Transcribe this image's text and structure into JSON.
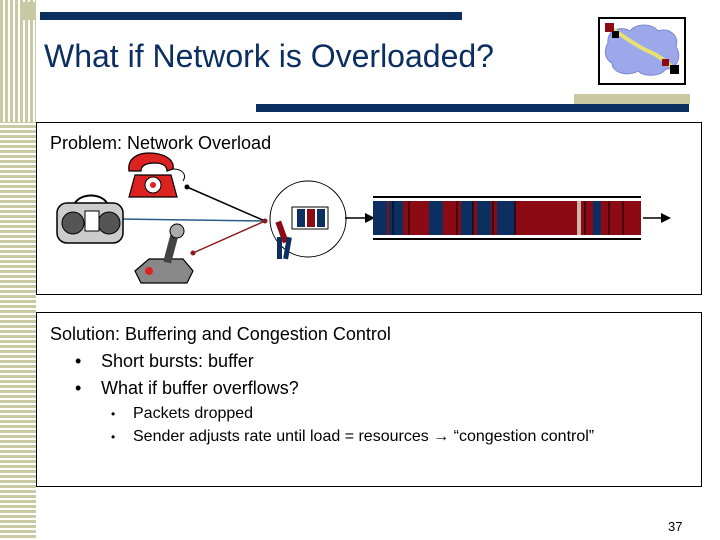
{
  "slide": {
    "title": "What if Network is Overloaded?",
    "page_number": "37"
  },
  "problem_box": {
    "heading": "Problem: Network Overload"
  },
  "solution_box": {
    "heading": "Solution: Buffering and Congestion Control",
    "bullets": [
      "Short bursts: buffer",
      "What if buffer overflows?"
    ],
    "sub_bullets": [
      "Packets dropped",
      "Sender adjusts rate until load = resources → “congestion control”"
    ]
  },
  "colors": {
    "title": "#0c2f61",
    "rule": "#0c2f61",
    "accent": "#c9c9a4",
    "packet_red": "#8b0a14",
    "packet_blue": "#0c2f61",
    "link_red": "#8b1a1a",
    "link_blue": "#2a5a8a"
  },
  "icons": [
    "telephone-icon",
    "radio-icon",
    "joystick-icon",
    "router-icon",
    "network-cloud-logo",
    "dropped-packet-icon"
  ]
}
